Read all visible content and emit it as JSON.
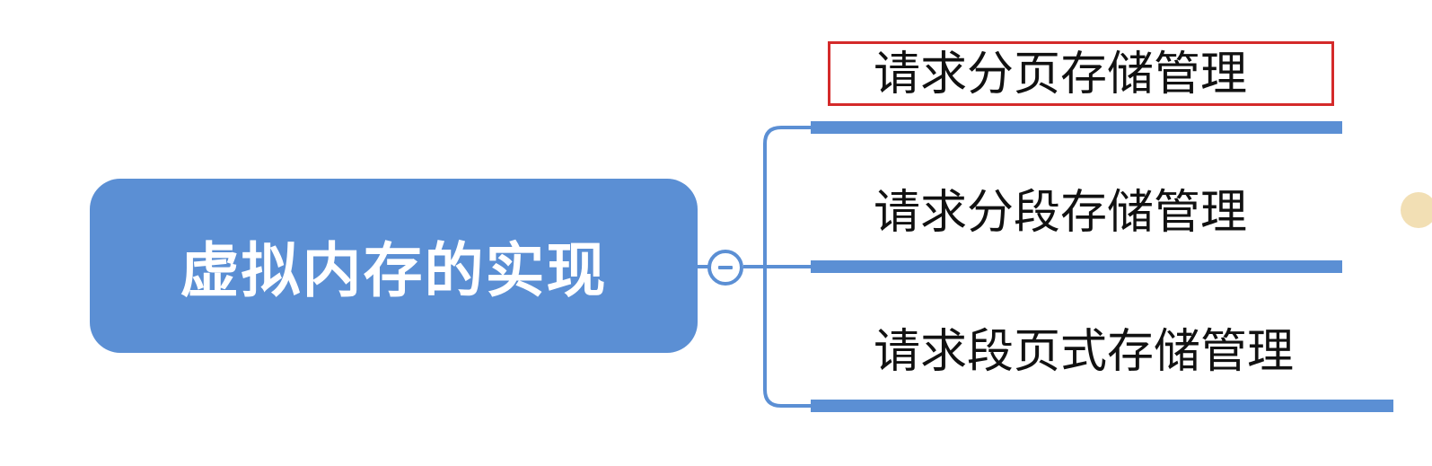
{
  "mindmap": {
    "root": {
      "label": "虚拟内存的实现",
      "color": "#5b8fd4",
      "text_color": "#ffffff"
    },
    "toggle": {
      "state": "expanded",
      "icon": "minus-icon"
    },
    "branches": [
      {
        "label": "请求分页存储管理",
        "selected": true
      },
      {
        "label": "请求分段存储管理",
        "selected": false
      },
      {
        "label": "请求段页式存储管理",
        "selected": false
      }
    ],
    "line_color": "#5b8fd4",
    "selection_color": "#d42a2a"
  }
}
